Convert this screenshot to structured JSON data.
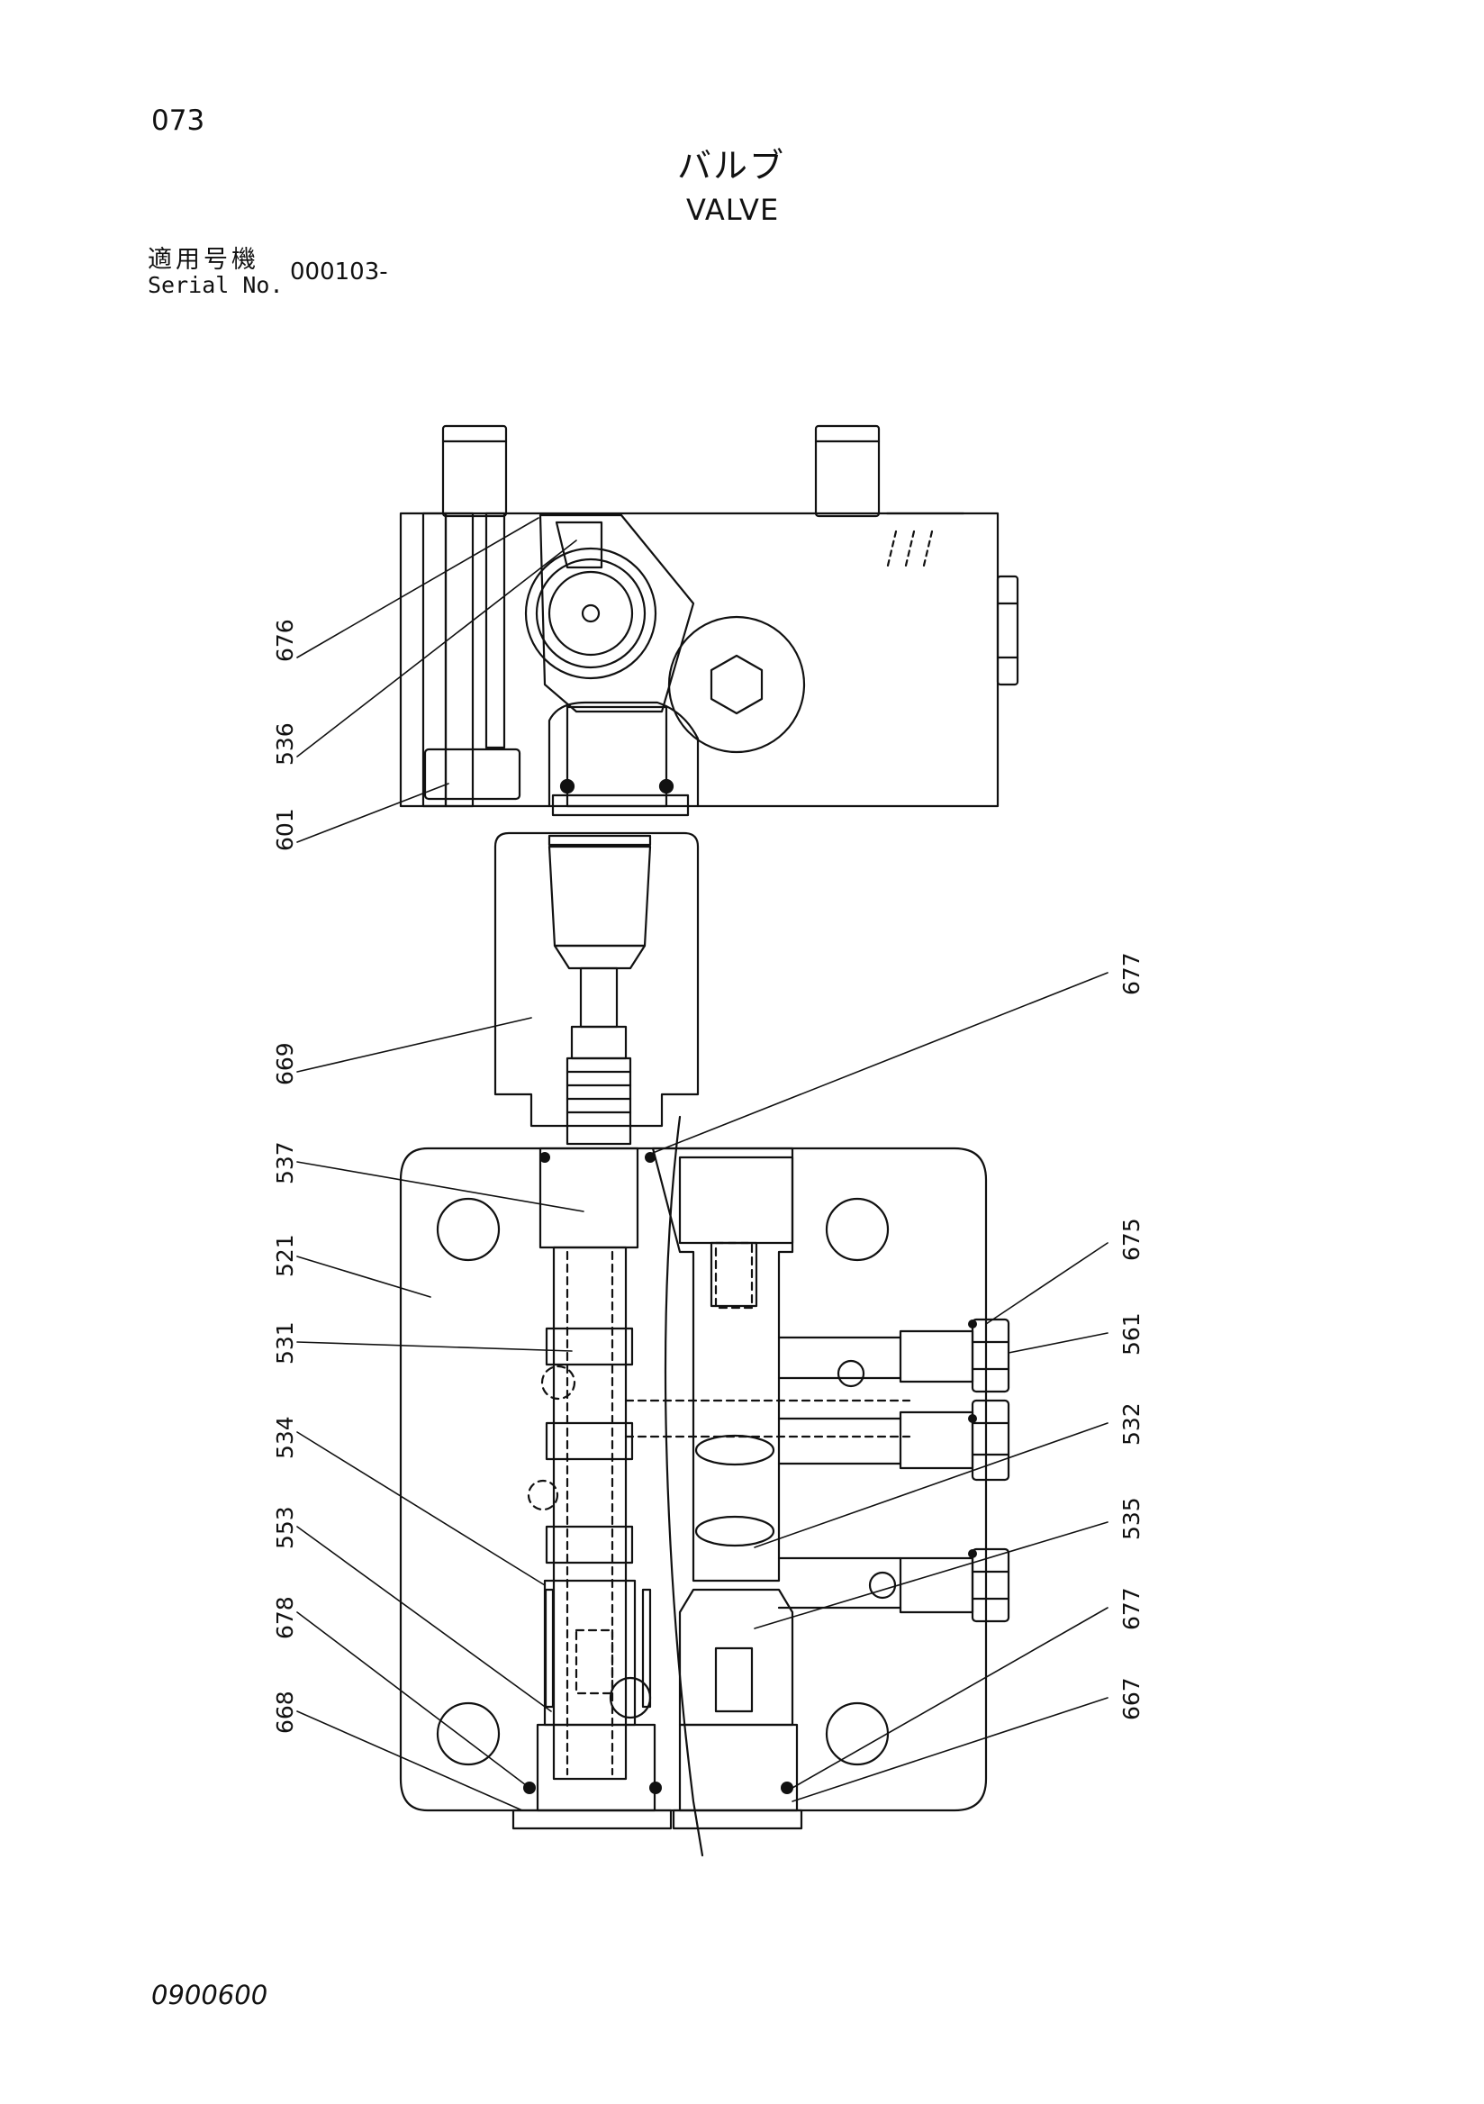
{
  "header": {
    "page_number": "073",
    "title_ja": "バルブ",
    "title_en": "VALVE",
    "serial_label_ja": "適用号機",
    "serial_label_en": "Serial No.",
    "serial_value": "000103-"
  },
  "callouts": {
    "left": [
      "676",
      "536",
      "601",
      "669",
      "537",
      "521",
      "531",
      "534",
      "553",
      "678",
      "668"
    ],
    "right": [
      "677",
      "675",
      "561",
      "532",
      "535",
      "677",
      "667"
    ]
  },
  "footer": {
    "drawing_number": "0900600"
  }
}
